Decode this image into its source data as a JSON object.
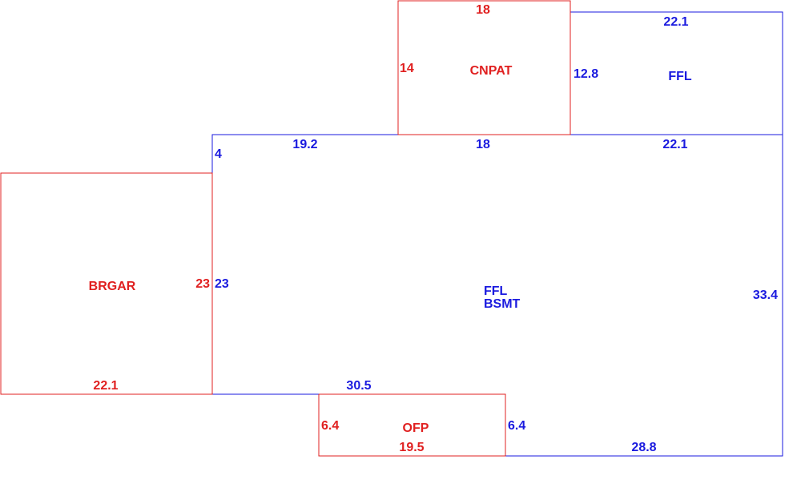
{
  "colors": {
    "red": "#e02020",
    "blue": "#1a1adf"
  },
  "areas": {
    "cnpat": {
      "label": "CNPAT"
    },
    "ffl_top": {
      "label": "FFL"
    },
    "ffl_main": {
      "label_line1": "FFL",
      "label_line2": "BSMT"
    },
    "brgar": {
      "label": "BRGAR"
    },
    "ofp": {
      "label": "OFP"
    }
  },
  "dimensions": {
    "cnpat_top": "18",
    "cnpat_left": "14",
    "ffl_top_top": "22.1",
    "ffl_top_left": "12.8",
    "main_top_left": "19.2",
    "main_top_mid": "18",
    "main_top_right": "22.1",
    "main_left_step": "4",
    "main_left": "23",
    "main_right": "33.4",
    "main_bottom_left": "30.5",
    "main_bottom_right": "28.8",
    "main_step_right": "6.4",
    "brgar_right": "23",
    "brgar_bottom": "22.1",
    "ofp_left": "6.4",
    "ofp_bottom": "19.5"
  }
}
